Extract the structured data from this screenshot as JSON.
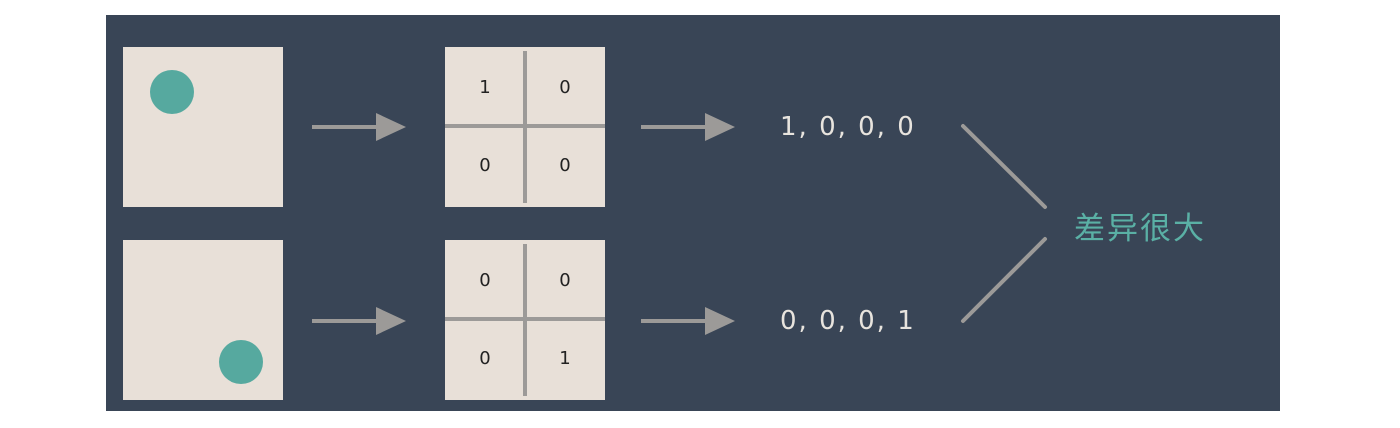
{
  "rows": [
    {
      "grid": [
        "1",
        "0",
        "0",
        "0"
      ],
      "vector": "1, 0, 0, 0"
    },
    {
      "grid": [
        "0",
        "0",
        "0",
        "1"
      ],
      "vector": "0, 0, 0, 1"
    }
  ],
  "result_label": "差异很大",
  "colors": {
    "panel": "#394556",
    "image_bg": "#e8e0d8",
    "dot": "#56a99f",
    "arrow": "#9c9a98",
    "result": "#5ab0a5"
  }
}
